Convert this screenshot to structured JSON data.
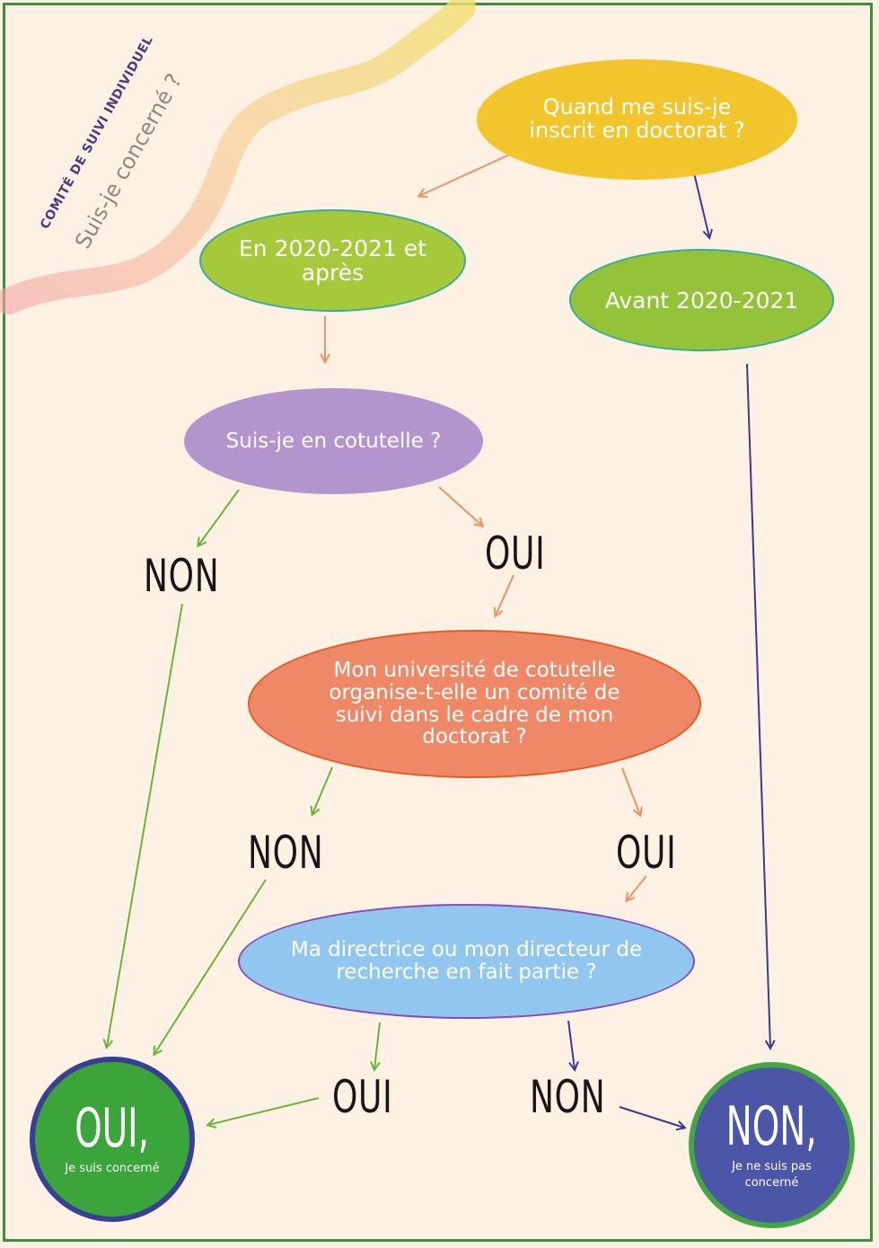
{
  "title": {
    "line1": "COMITÉ DE SUIVI INDIVIDUEL",
    "line2": "Suis-je concerné ?"
  },
  "nodes": {
    "when": "Quand me suis-je inscrit en doctorat ?",
    "after_2020": "En 2020-2021 et après",
    "before_2020": "Avant 2020-2021",
    "cotutelle": "Suis-je en cotutelle ?",
    "university": "Mon université de cotutelle organise-t-elle un comité de suivi dans le cadre de mon doctorat ?",
    "director": "Ma directrice ou mon directeur de recherche en fait partie ?"
  },
  "answers": {
    "cotutelle_non": "NON",
    "cotutelle_oui": "OUI",
    "university_non": "NON",
    "university_oui": "OUI",
    "director_oui": "OUI",
    "director_non": "NON"
  },
  "results": {
    "yes_big": "OUI,",
    "yes_small": "Je suis concerné",
    "no_big": "NON,",
    "no_small": "Je ne suis pas concerné"
  },
  "colors": {
    "background": "#fdf1e3",
    "border": "#3e8e3e",
    "arrow_orange": "#ee9268",
    "arrow_green": "#6ab43a",
    "arrow_blue": "#3a3a92"
  }
}
